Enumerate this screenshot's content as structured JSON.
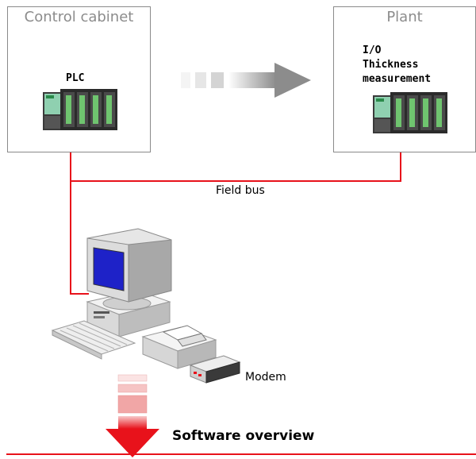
{
  "control_cabinet": {
    "title": "Control cabinet",
    "device_label": "PLC"
  },
  "plant": {
    "title": "Plant",
    "device_label_lines": [
      "I/O",
      "Thickness",
      "measurement"
    ]
  },
  "field_bus_label": "Field bus",
  "modem_label": "Modem",
  "software_overview_label": "Software overview",
  "colors": {
    "bus_line": "#e8121b",
    "box_border": "#8a8a8a",
    "title_gray": "#8c8c8c",
    "screen_blue": "#1e22c8",
    "module_green": "#6fc46f"
  },
  "icons": [
    "plc-rack-icon",
    "io-rack-icon",
    "gray-arrow-icon",
    "computer-icon",
    "modem-icon",
    "red-down-arrow-icon"
  ]
}
